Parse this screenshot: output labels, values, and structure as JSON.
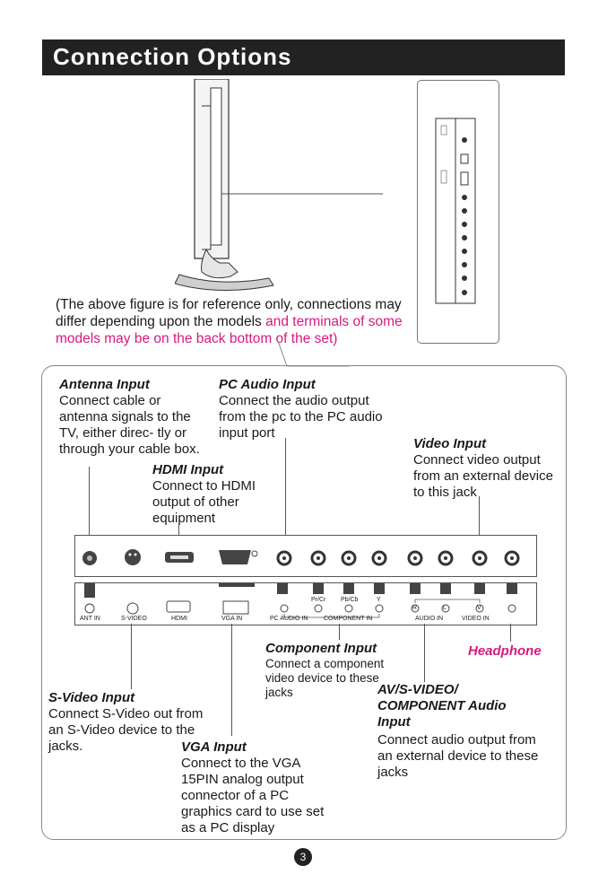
{
  "title": "Connection Options",
  "note": {
    "part1": "(The above figure is for reference only, connections may differ depending upon the models ",
    "part2": "and terminals of some models may be on the back bottom of the set)"
  },
  "antenna": {
    "head": "Antenna Input",
    "desc": "Connect cable or antenna signals to the TV, either direc- tly or through your cable box."
  },
  "pc_audio": {
    "head": "PC Audio Input",
    "desc": "Connect the audio output from the pc to the PC audio input port"
  },
  "video": {
    "head": "Video Input",
    "desc": "Connect video output from an external device to this jack"
  },
  "hdmi": {
    "head": "HDMI Input",
    "desc": "Connect to HDMI output of other equipment"
  },
  "component": {
    "head": "Component Input",
    "desc": "Connect a component video device to these jacks"
  },
  "headphone": {
    "head": "Headphone"
  },
  "svideo": {
    "head": "S-Video Input",
    "desc": "Connect S-Video out from an S-Video device to the jacks."
  },
  "vga": {
    "head": "VGA  Input",
    "desc": "Connect to the VGA 15PIN analog output connector of a PC graphics card to use set as a PC display"
  },
  "av_audio": {
    "head": "AV/S-VIDEO/ COMPONENT Audio Input",
    "desc": "Connect audio output from an external device to these jacks"
  },
  "port_labels": {
    "ant": "ANT IN",
    "svideo": "S-VIDEO",
    "hdmi": "HDMI",
    "vga": "VGA IN",
    "pcaudio": "PC AUDIO IN",
    "component": "COMPONENT IN",
    "audio": "AUDIO IN",
    "videoin": "VIDEO IN",
    "prcr": "Pr/Cr",
    "pbcb": "Pb/Cb",
    "y": "Y",
    "r": "R",
    "l": "L",
    "v": "V"
  },
  "page_number": "3"
}
